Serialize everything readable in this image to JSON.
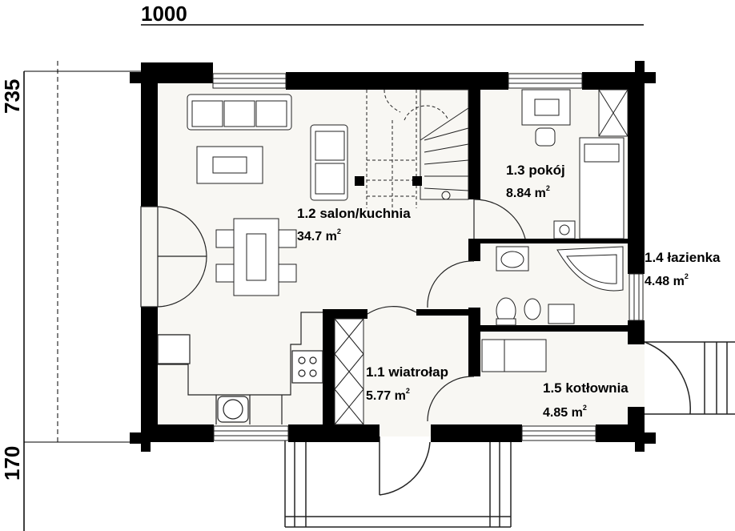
{
  "dimensions": {
    "width": "1000",
    "depth": "735",
    "porch": "170"
  },
  "area_unit": "m",
  "area_unit_exp": "2",
  "rooms": [
    {
      "id": "salon",
      "name": "1.2 salon/kuchnia",
      "area": "34.7"
    },
    {
      "id": "pokoj",
      "name": "1.3 pokój",
      "area": "8.84"
    },
    {
      "id": "lazienka",
      "name": "1.4 łazienka",
      "area": "4.48"
    },
    {
      "id": "wiatrolap",
      "name": "1.1 wiatrołap",
      "area": "5.77"
    },
    {
      "id": "kotlownia",
      "name": "1.5 kotłownia",
      "area": "4.85"
    }
  ],
  "colors": {
    "wall": "#000000",
    "floor": "#f8f7f3",
    "line": "#222222"
  }
}
